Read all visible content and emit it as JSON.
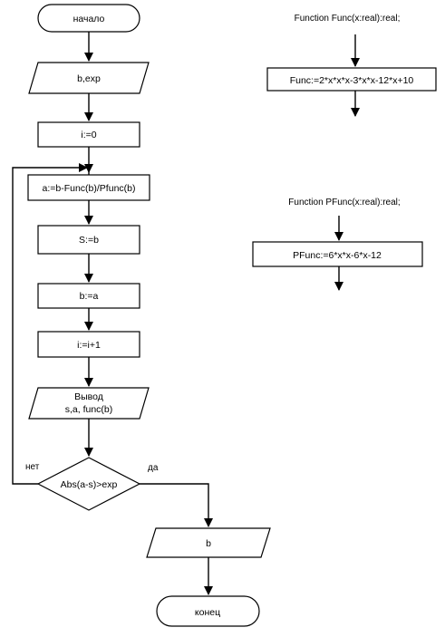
{
  "main_flow": {
    "start": "начало",
    "input": "b,exp",
    "init": "i:=0",
    "newton_step": "a:=b-Func(b)/Pfunc(b)",
    "save_prev": "S:=b",
    "update_b": "b:=a",
    "increment": "i:=i+1",
    "output_line1": "Вывод",
    "output_line2": "s,a, func(b)",
    "condition": "Abs(a-s)>exp",
    "no_label": "нет",
    "yes_label": "да",
    "result_output": "b",
    "end": "конец"
  },
  "func_block": {
    "header": "Function Func(x:real):real;",
    "body": "Func:=2*x*x*x-3*x*x-12*x+10"
  },
  "pfunc_block": {
    "header": "Function PFunc(x:real):real;",
    "body": "PFunc:=6*x*x-6*x-12"
  }
}
